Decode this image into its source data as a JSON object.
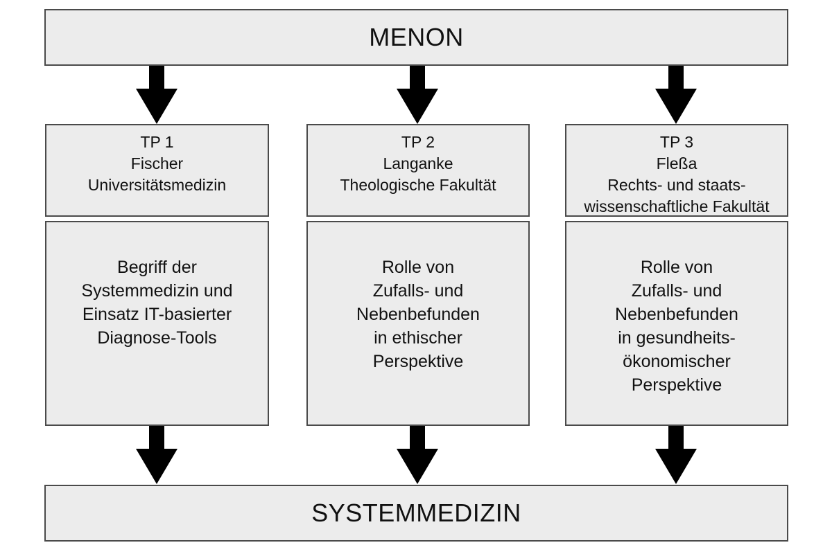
{
  "diagram": {
    "top": {
      "label": "MENON"
    },
    "bottom": {
      "label": "SYSTEMMEDIZIN"
    },
    "projects": [
      {
        "id": "TP 1",
        "lead": "Fischer",
        "faculty": [
          "Universitätsmedizin"
        ],
        "topic": [
          "Begriff der",
          "Systemmedizin und",
          "Einsatz IT-basierter",
          "Diagnose-Tools"
        ]
      },
      {
        "id": "TP 2",
        "lead": "Langanke",
        "faculty": [
          "Theologische Fakultät"
        ],
        "topic": [
          "Rolle von",
          "Zufalls- und",
          "Nebenbefunden",
          "in ethischer",
          "Perspektive"
        ]
      },
      {
        "id": "TP 3",
        "lead": "Fleßa",
        "faculty": [
          "Rechts- und staats-",
          "wissenschaftliche Fakultät"
        ],
        "topic": [
          "Rolle von",
          "Zufalls- und",
          "Nebenbefunden",
          "in gesundheits-",
          "ökonomischer",
          "Perspektive"
        ]
      }
    ]
  }
}
